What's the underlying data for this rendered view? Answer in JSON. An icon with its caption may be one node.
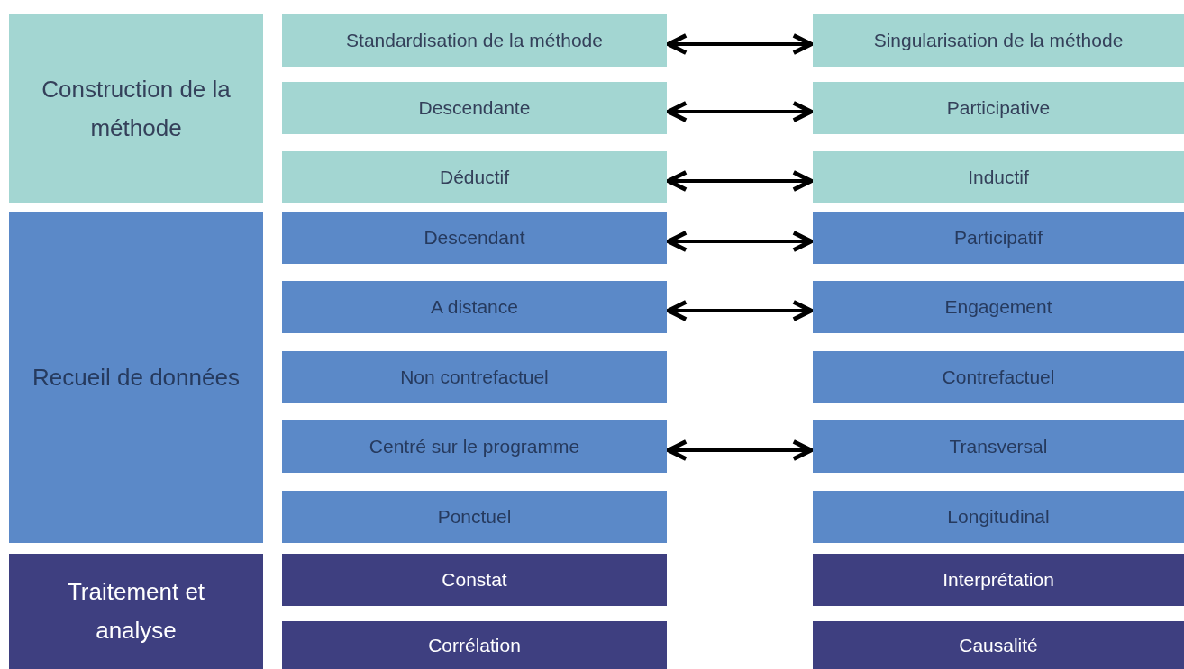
{
  "diagram": {
    "nodes": [
      {
        "text": [
          "Construction de la méthode"
        ]
      },
      {
        "text": [
          "Standardisation de la méthode"
        ]
      },
      {
        "text": [
          "Singularisation de la méthode"
        ]
      },
      {
        "text": [
          "Descendante"
        ]
      },
      {
        "text": [
          "Participative"
        ]
      },
      {
        "text": [
          "Déductif"
        ]
      },
      {
        "text": [
          "Inductif"
        ]
      },
      {
        "text": [
          "Recueil de données"
        ]
      },
      {
        "text": [
          "Descendant"
        ]
      },
      {
        "text": [
          "Participatif"
        ]
      },
      {
        "text": [
          "A distance"
        ]
      },
      {
        "text": [
          "Engagement"
        ]
      },
      {
        "text": [
          "Non contrefactuel"
        ]
      },
      {
        "text": [
          "Contrefactuel"
        ]
      },
      {
        "text": [
          "Centré sur le programme"
        ]
      },
      {
        "text": [
          "Transversal"
        ]
      },
      {
        "text": [
          "Ponctuel"
        ]
      },
      {
        "text": [
          "Longitudinal"
        ]
      },
      {
        "text": [
          "Traitement et analyse"
        ]
      },
      {
        "text": [
          "Constat"
        ]
      },
      {
        "text": [
          "Interprétation"
        ]
      },
      {
        "text": [
          "Corrélation"
        ]
      },
      {
        "text": [
          "Causalité"
        ]
      }
    ],
    "edges": [
      {
        "from": 1,
        "to": 2,
        "arrow": "both"
      },
      {
        "from": 3,
        "to": 4,
        "arrow": "both"
      },
      {
        "from": 5,
        "to": 6,
        "arrow": "both"
      },
      {
        "from": 8,
        "to": 9,
        "arrow": "both"
      },
      {
        "from": 10,
        "to": 11,
        "arrow": "both"
      },
      {
        "from": 14,
        "to": 15,
        "arrow": "both"
      }
    ]
  }
}
